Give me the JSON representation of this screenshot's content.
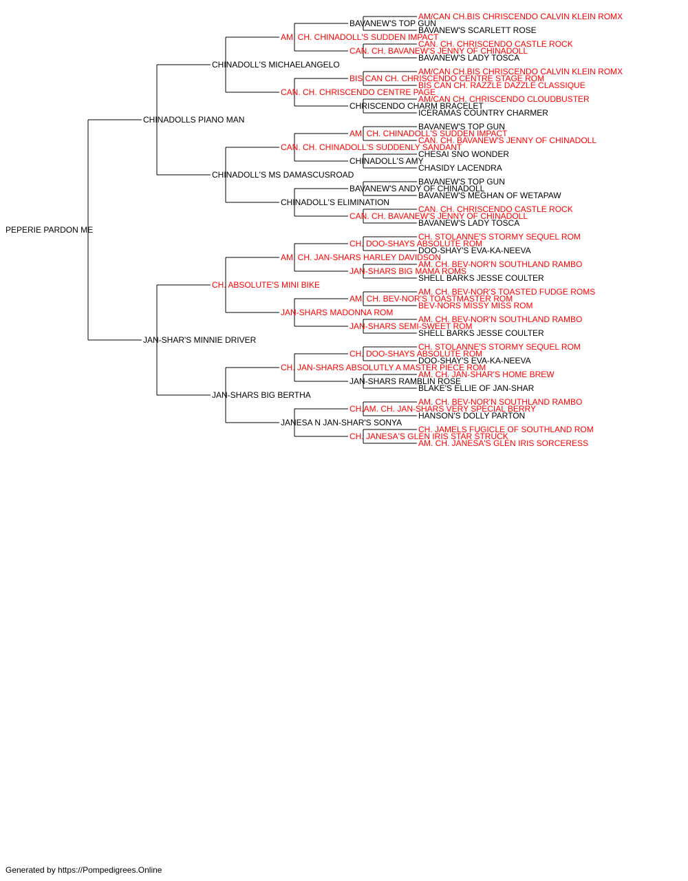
{
  "colors": {
    "normal": "#000000",
    "titled": "#ff0000",
    "line": "#000000"
  },
  "pedigree": {
    "name": "PEPERIE PARDON ME",
    "titled": false,
    "sire": {
      "name": "CHINADOLLS PIANO MAN",
      "titled": false,
      "sire": {
        "name": "CHINADOLL'S MICHAELANGELO",
        "titled": false,
        "sire": {
          "name": "AM. CH. CHINADOLL'S SUDDEN IMPACT",
          "titled": true,
          "sire": {
            "name": "BAVANEW'S TOP GUN",
            "titled": false,
            "sire": {
              "name": "AM/CAN CH.BIS CHRISCENDO CALVIN KLEIN ROMX",
              "titled": true
            },
            "dam": {
              "name": "BAVANEW'S SCARLETT ROSE",
              "titled": false
            }
          },
          "dam": {
            "name": "CAN. CH. BAVANEW'S JENNY OF CHINADOLL",
            "titled": true,
            "sire": {
              "name": "CAN. CH. CHRISCENDO CASTLE ROCK",
              "titled": true
            },
            "dam": {
              "name": "BAVANEW'S LADY TOSCA",
              "titled": false
            }
          }
        },
        "dam": {
          "name": "CAN. CH. CHRISCENDO CENTRE PAGE",
          "titled": true,
          "sire": {
            "name": "BIS CAN CH. CHRISCENDO CENTRE STAGE ROM",
            "titled": true,
            "sire": {
              "name": "AM/CAN CH.BIS CHRISCENDO CALVIN KLEIN ROMX",
              "titled": true
            },
            "dam": {
              "name": "BIS CAN CH. RAZZLE DAZZLE CLASSIQUE",
              "titled": true
            }
          },
          "dam": {
            "name": "CHRISCENDO CHARM BRACELET",
            "titled": false,
            "sire": {
              "name": "AM/CAN CH. CHRISCENDO CLOUDBUSTER",
              "titled": true
            },
            "dam": {
              "name": "ICERAMAS COUNTRY CHARMER",
              "titled": false
            }
          }
        }
      },
      "dam": {
        "name": "CHINADOLL'S MS DAMASCUSROAD",
        "titled": false,
        "sire": {
          "name": "CAN. CH. CHINADOLL'S SUDDENLY SANDANT",
          "titled": true,
          "sire": {
            "name": "AM. CH. CHINADOLL'S SUDDEN IMPACT",
            "titled": true,
            "sire": {
              "name": "BAVANEW'S TOP GUN",
              "titled": false
            },
            "dam": {
              "name": "CAN. CH. BAVANEW'S JENNY OF CHINADOLL",
              "titled": true
            }
          },
          "dam": {
            "name": "CHINADOLL'S AMY",
            "titled": false,
            "sire": {
              "name": "CHESAI SNO WONDER",
              "titled": false
            },
            "dam": {
              "name": "CHASIDY LACENDRA",
              "titled": false
            }
          }
        },
        "dam": {
          "name": "CHINADOLL'S ELIMINATION",
          "titled": false,
          "sire": {
            "name": "BAVANEW'S ANDY OF CHINADOLL",
            "titled": false,
            "sire": {
              "name": "BAVANEW'S TOP GUN",
              "titled": false
            },
            "dam": {
              "name": "BAVANEW'S MEGHAN OF WETAPAW",
              "titled": false
            }
          },
          "dam": {
            "name": "CAN. CH. BAVANEW'S JENNY OF CHINADOLL",
            "titled": true,
            "sire": {
              "name": "CAN. CH. CHRISCENDO CASTLE ROCK",
              "titled": true
            },
            "dam": {
              "name": "BAVANEW'S LADY TOSCA",
              "titled": false
            }
          }
        }
      }
    },
    "dam": {
      "name": "JAN-SHAR'S MINNIE DRIVER",
      "titled": false,
      "sire": {
        "name": "CH. ABSOLUTE'S MINI BIKE",
        "titled": true,
        "sire": {
          "name": "AM. CH. JAN-SHARS HARLEY DAVIDSON",
          "titled": true,
          "sire": {
            "name": "CH. DOO-SHAYS ABSOLUTE ROM",
            "titled": true,
            "sire": {
              "name": "CH. STOLANNE'S STORMY SEQUEL ROM",
              "titled": true
            },
            "dam": {
              "name": "DOO-SHAY'S EVA-KA-NEEVA",
              "titled": false
            }
          },
          "dam": {
            "name": "JAN-SHARS BIG MAMA ROMS",
            "titled": true,
            "sire": {
              "name": "AM. CH. BEV-NOR'N SOUTHLAND RAMBO",
              "titled": true
            },
            "dam": {
              "name": "SHELL BARKS JESSE COULTER",
              "titled": false
            }
          }
        },
        "dam": {
          "name": "JAN-SHARS MADONNA ROM",
          "titled": true,
          "sire": {
            "name": "AM. CH. BEV-NOR'S TOASTMASTER ROM",
            "titled": true,
            "sire": {
              "name": "AM. CH. BEV-NOR'S TOASTED FUDGE ROMS",
              "titled": true
            },
            "dam": {
              "name": "BEV-NORS MISSY MISS ROM",
              "titled": true
            }
          },
          "dam": {
            "name": "JAN-SHARS SEMI-SWEET ROM",
            "titled": true,
            "sire": {
              "name": "AM. CH. BEV-NOR'N SOUTHLAND RAMBO",
              "titled": true
            },
            "dam": {
              "name": "SHELL BARKS JESSE COULTER",
              "titled": false
            }
          }
        }
      },
      "dam": {
        "name": "JAN-SHARS BIG BERTHA",
        "titled": false,
        "sire": {
          "name": "CH. JAN-SHARS ABSOLUTLY A MASTER PIECE ROM",
          "titled": true,
          "sire": {
            "name": "CH. DOO-SHAYS ABSOLUTE ROM",
            "titled": true,
            "sire": {
              "name": "CH. STOLANNE'S STORMY SEQUEL ROM",
              "titled": true
            },
            "dam": {
              "name": "DOO-SHAY'S EVA-KA-NEEVA",
              "titled": false
            }
          },
          "dam": {
            "name": "JAN-SHARS RAMBLIN ROSE",
            "titled": false,
            "sire": {
              "name": "AM. CH. JAN-SHAR'S HOME BREW",
              "titled": true
            },
            "dam": {
              "name": "BLAKE'S ELLIE OF JAN-SHAR",
              "titled": false
            }
          }
        },
        "dam": {
          "name": "JANESA N JAN-SHAR'S SONYA",
          "titled": false,
          "sire": {
            "name": "CH.AM. CH. JAN-SHARS VERY SPECIAL BERRY",
            "titled": true,
            "sire": {
              "name": "AM. CH. BEV-NOR'N SOUTHLAND RAMBO",
              "titled": true
            },
            "dam": {
              "name": "HANSON'S DOLLY PARTON",
              "titled": false
            }
          },
          "dam": {
            "name": "CH. JANESA'S GLEN IRIS STAR STRUCK",
            "titled": true,
            "sire": {
              "name": "CH. JAMELS FUGICLE OF SOUTHLAND ROM",
              "titled": true
            },
            "dam": {
              "name": "AM. CH. JANESA'S GLEN IRIS SORCERESS",
              "titled": true
            }
          }
        }
      }
    }
  },
  "footer": {
    "text": "Generated by https://Pompedigrees.Online"
  }
}
